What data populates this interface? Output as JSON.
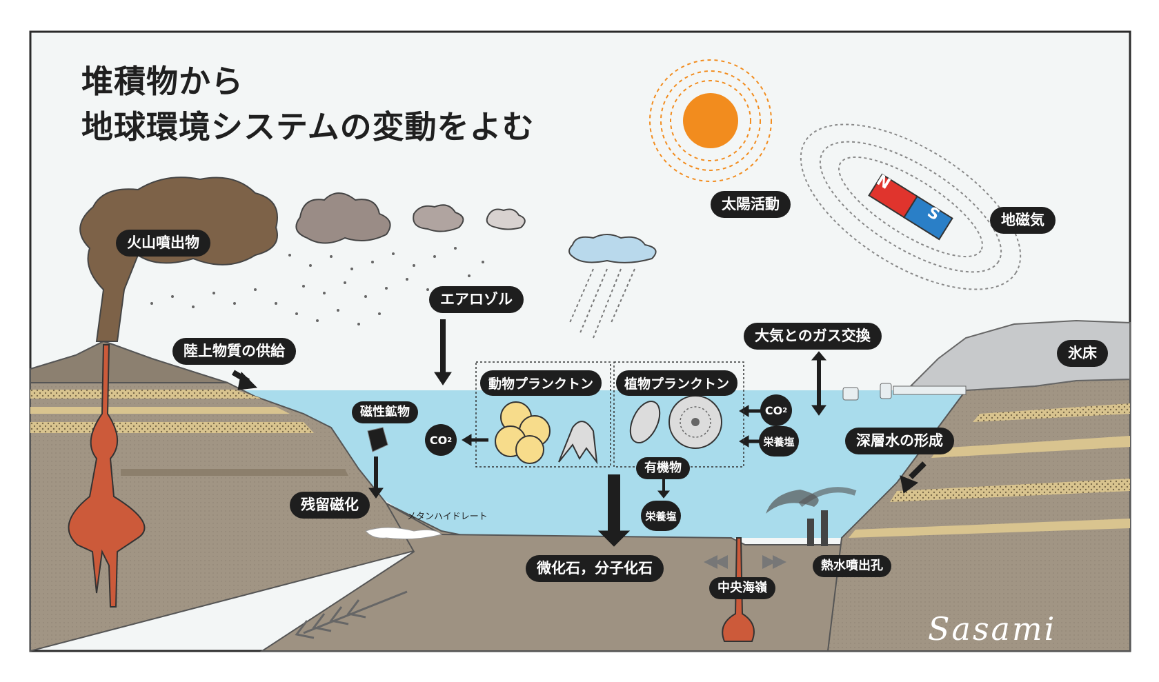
{
  "title": {
    "line1": "堆積物から",
    "line2": "地球環境システムの変動をよむ"
  },
  "labels": {
    "volcanic": "火山噴出物",
    "land_supply": "陸上物質の供給",
    "aerosol": "エアロゾル",
    "solar": "太陽活動",
    "geomagnetism": "地磁気",
    "gas_exchange": "大気とのガス交換",
    "ice_sheet": "氷床",
    "zooplankton": "動物プランクトン",
    "phytoplankton": "植物プランクトン",
    "magnetic_mineral": "磁性鉱物",
    "remanent_magnetization": "残留磁化",
    "methane_hydrate": "メタンハイドレート",
    "organic_matter": "有機物",
    "nutrient_upper": "栄養塩",
    "nutrient_lower": "栄養塩",
    "deep_water": "深層水の形成",
    "microfossil": "微化石，分子化石",
    "mid_ocean_ridge": "中央海嶺",
    "hydrothermal_vent": "熱水噴出孔",
    "co2_left": "CO",
    "co2_right": "CO",
    "co2_sub": "2",
    "magnet_n": "N",
    "magnet_s": "S"
  },
  "signature": "Sasami",
  "colors": {
    "sky": "#f3f6f6",
    "ocean": "#a9dcec",
    "land": "#9e9282",
    "land_dark": "#7d7060",
    "sediment_yellow": "#d9c48f",
    "magma": "#cc5a3a",
    "sun": "#f28c1e",
    "smoke": "#7d6248",
    "magnet_red": "#e0342d",
    "magnet_blue": "#2a7fc7",
    "ice": "#c7c9cb",
    "zooplankton": "#f7dc8b",
    "label_bg": "#1e1e1e"
  },
  "icons": [
    "sun-icon",
    "magnet-icon",
    "volcano-icon",
    "cloud-icon",
    "rain-icon",
    "arrow-icon"
  ]
}
